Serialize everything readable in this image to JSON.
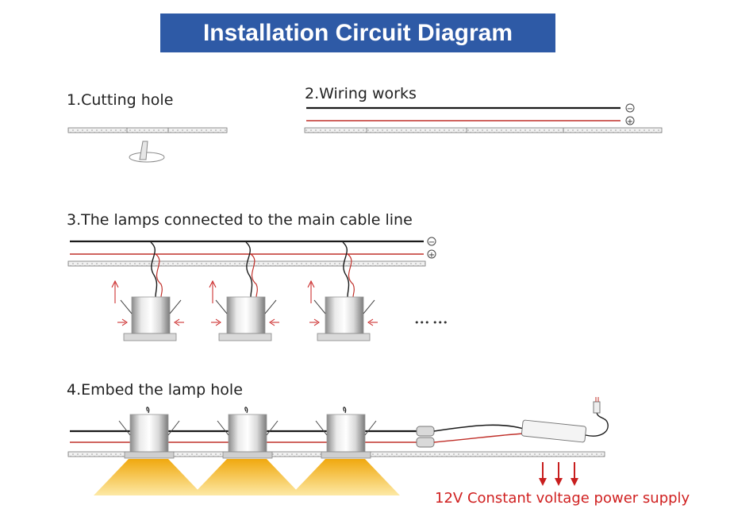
{
  "title": "Installation Circuit Diagram",
  "steps": {
    "s1": "1.Cutting hole",
    "s2": "2.Wiring works",
    "s3": "3.The lamps connected to the main cable line",
    "s4": "4.Embed the lamp hole"
  },
  "symbols": {
    "minus": "−",
    "plus": "+"
  },
  "ellipsis": "••• •••",
  "power_caption": "12V Constant voltage power supply",
  "colors": {
    "title_bg": "#2e5aa6",
    "wire_negative": "#1a1a1a",
    "wire_positive": "#c0302a",
    "light_beam": "#f2b526",
    "arrow_red": "#c81e1e",
    "caption_red": "#d02020"
  }
}
